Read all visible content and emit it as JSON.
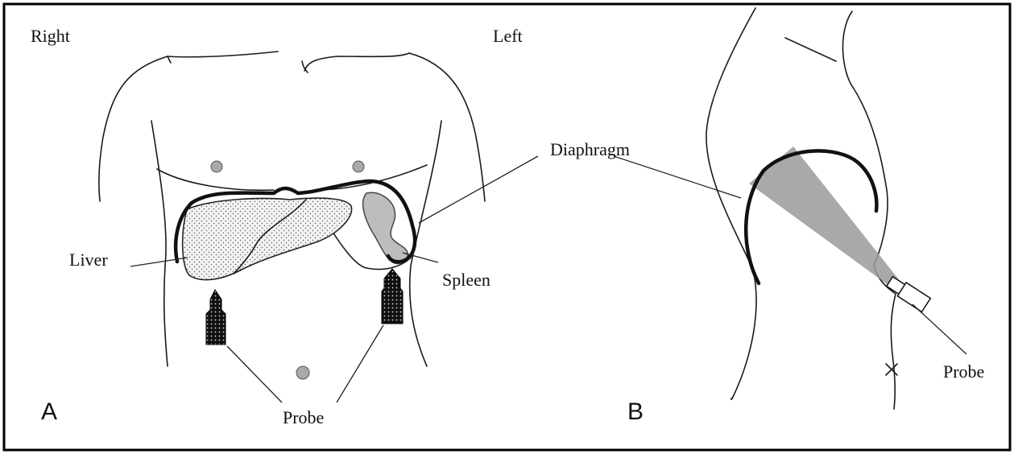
{
  "panel_a": {
    "letter": "A",
    "labels": {
      "right": "Right",
      "left": "Left",
      "liver": "Liver",
      "spleen": "Spleen",
      "probe": "Probe"
    }
  },
  "panel_b": {
    "letter": "B",
    "labels": {
      "diaphragm": "Diaphragm",
      "probe": "Probe"
    }
  },
  "colors": {
    "frame": "#000000",
    "organ_gray": "#bdbdbd",
    "beam_gray": "#9a9a9a",
    "probe_fill": "#111111"
  }
}
